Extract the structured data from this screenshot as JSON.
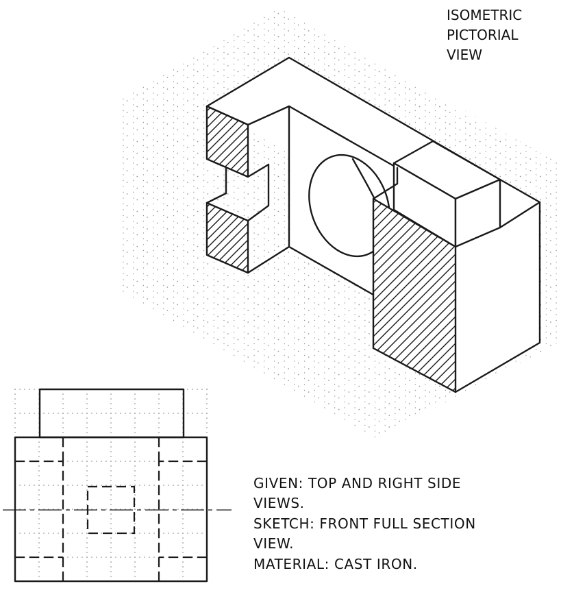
{
  "pictorial_label": {
    "line1": "ISOMETRIC",
    "line2": "PICTORIAL",
    "line3": "VIEW"
  },
  "notes": {
    "given_line1": "GIVEN:  TOP AND RIGHT SIDE",
    "given_line2": "VIEWS.",
    "sketch_line1": "SKETCH:  FRONT FULL SECTION",
    "sketch_line2": "VIEW.",
    "material": "MATERIAL:  CAST IRON."
  },
  "colors": {
    "ink": "#1a1a1a",
    "grid_dot": "#9a9a9a",
    "paper": "#ffffff"
  }
}
